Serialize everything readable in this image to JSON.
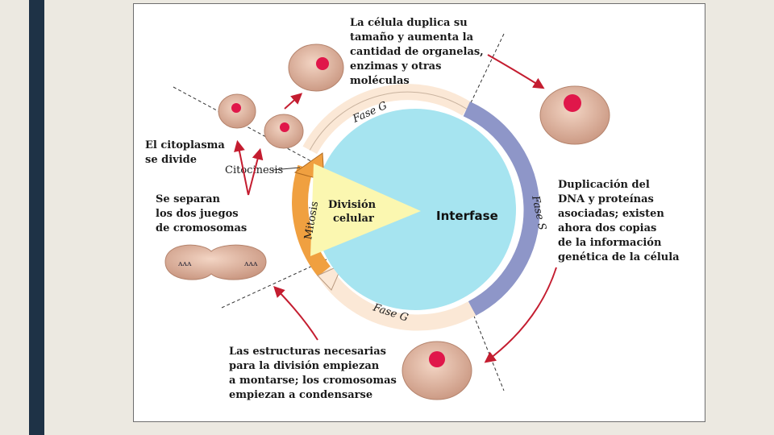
{
  "slide": {
    "accent_bar_color": "#1e3246",
    "background": "#ece9e1"
  },
  "diagram": {
    "phase_labels": {
      "g1": "Fase G",
      "s": "Fase S",
      "g2": "Fase G",
      "mitosis": "Mitosis",
      "interfase": "Interfase",
      "division_line1": "División",
      "division_line2": "celular",
      "citocinesis": "Citocinesis"
    },
    "notes": {
      "top": [
        "La célula duplica su",
        "tamaño y aumenta la",
        "cantidad de organelas,",
        "enzimas y otras",
        "moléculas"
      ],
      "right": [
        "Duplicación del",
        "DNA y proteínas",
        "asociadas; existen",
        "ahora dos copias",
        "de la información",
        "genética de la célula"
      ],
      "bottom": [
        "Las estructuras necesarias",
        "para la división empiezan",
        "a montarse; los cromosomas",
        "empiezan a condensarse"
      ],
      "left_top": [
        "El citoplasma",
        "se divide"
      ],
      "left_mid": [
        "Se separan",
        "los dos juegos",
        "de cromosomas"
      ]
    },
    "colors": {
      "interfase_fill": "#a6e4f0",
      "g_phase_fill": "#fbe8d6",
      "s_phase_fill": "#8e96c8",
      "mitosis_fill": "#f0a040",
      "wedge_fill": "#fbf7b0",
      "cell_fill": "#e2b39c",
      "nucleus_fill": "#e0174a",
      "arrow_red": "#c41d30"
    }
  }
}
